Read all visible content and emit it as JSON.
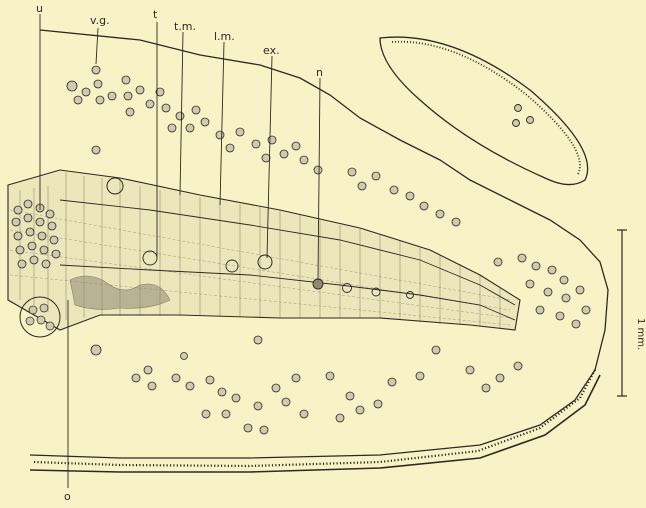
{
  "figure": {
    "labels": {
      "u": "u",
      "vg": "v.g.",
      "t": "t",
      "tm": "t.m.",
      "lm": "l.m.",
      "ex": "ex.",
      "n": "n",
      "o": "o"
    },
    "scale_bar_label": "1 mm."
  },
  "colors": {
    "paper": "#f7f3c6",
    "ink": "#2b2a22",
    "cell_fill": "#cfcab0"
  }
}
